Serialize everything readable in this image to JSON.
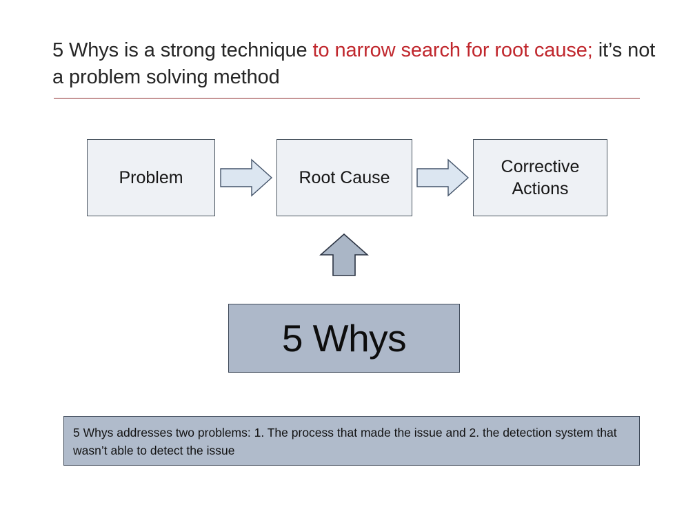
{
  "slide": {
    "title": {
      "lead": "5 Whys is a strong technique ",
      "accent": "to narrow search for root cause;",
      "tail": " it’s not a problem solving method"
    },
    "rule_color": "#8C2A2C",
    "accent_color": "#C0272D"
  },
  "flow": {
    "steps": [
      {
        "label": "Problem"
      },
      {
        "label": "Root Cause"
      },
      {
        "label": "Corrective\nActions"
      }
    ],
    "arrows": [
      {
        "name": "arrow-right-problem-to-root-cause",
        "direction": "right",
        "fill": "#dce6f1",
        "stroke": "#44546a"
      },
      {
        "name": "arrow-right-root-cause-to-corrective-actions",
        "direction": "right",
        "fill": "#dce6f1",
        "stroke": "#44546a"
      },
      {
        "name": "arrow-up-five-whys-to-root-cause",
        "direction": "up",
        "fill": "#aab6c6",
        "stroke": "#2b3342"
      }
    ],
    "box_fill": "#eef1f5",
    "box_stroke": "#4a5560"
  },
  "emphasis": {
    "label": "5 Whys",
    "fill": "#adb8c9",
    "stroke": "#3f4a5a"
  },
  "caption": {
    "text": "5 Whys addresses two problems: 1. The process that made the issue and 2. the detection system that wasn’t able to detect the issue",
    "fill": "#b0bbcb",
    "stroke": "#3f4a5a"
  }
}
